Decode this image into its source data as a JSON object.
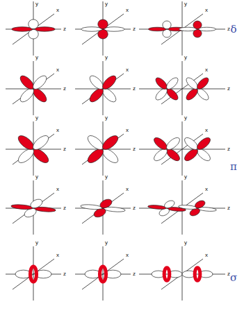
{
  "diagram": {
    "labels": [
      "y",
      "x",
      "z",
      "y",
      "x",
      "z",
      "y",
      "x",
      "z",
      "δ",
      "y",
      "x",
      "z",
      "y",
      "x",
      "z",
      "y",
      "x",
      "z",
      "y",
      "x",
      "z",
      "y",
      "x",
      "z",
      "y",
      "x",
      "z",
      "π",
      "y",
      "x",
      "z",
      "y",
      "x",
      "z",
      "y",
      "x",
      "z",
      "y",
      "x",
      "z",
      "y",
      "x",
      "z",
      "y",
      "x",
      "z",
      "σ"
    ]
  }
}
